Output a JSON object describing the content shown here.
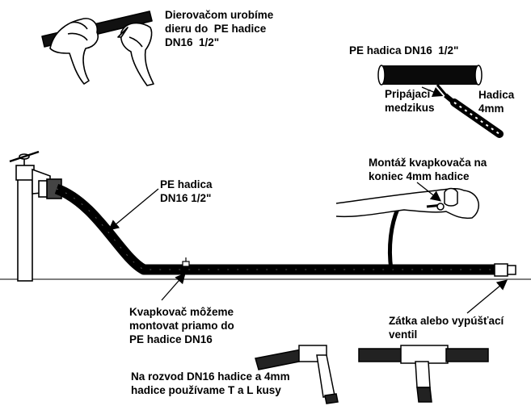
{
  "labels": {
    "punch_caption": "Dierovačom urobíme\ndieru do  PE hadice\nDN16  1/2\"",
    "pe_top": "PE hadica DN16  1/2\"",
    "connector": "Pripájací\nmedzikus",
    "hose_4mm": "Hadica\n4mm",
    "pe_main": "PE hadica\nDN16 1/2\"",
    "dripper_mount": "Montáž kvapkovača na\nkoniec 4mm hadice",
    "dripper_direct": "Kvapkovač môžeme\nmontovat priamo do\nPE hadice DN16",
    "end_cap": "Zátka alebo vypúšťací\nventil",
    "fittings": "Na rozvod DN16 hadice a 4mm\nhadice používame T a L kusy"
  }
}
